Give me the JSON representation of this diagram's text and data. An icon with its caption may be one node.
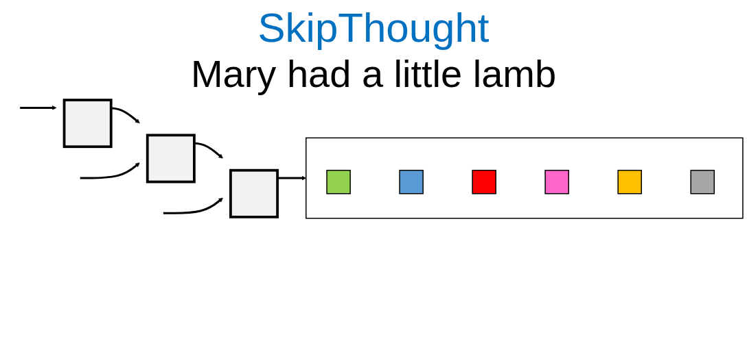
{
  "diagram": {
    "title": "SkipThought",
    "nodes": [
      {
        "text": [],
        "shape": "box"
      },
      {
        "text": [],
        "shape": "box"
      },
      {
        "text": [],
        "shape": "box"
      },
      {
        "text": [],
        "shape": "bar"
      },
      {
        "text": [],
        "shape": "box",
        "in": 3
      },
      {
        "text": [],
        "shape": "box",
        "in": 3
      },
      {
        "text": [],
        "shape": "box",
        "in": 3
      },
      {
        "text": [],
        "shape": "box",
        "in": 3
      },
      {
        "text": [],
        "shape": "box",
        "in": 3
      },
      {
        "text": [],
        "shape": "box",
        "in": 3
      }
    ],
    "edges": [
      {
        "from": 0,
        "to": 1,
        "arrow": "to"
      },
      {
        "from": 1,
        "to": 2,
        "arrow": "to"
      },
      {
        "from": 2,
        "to": 3,
        "arrow": "to"
      },
      {
        "from": null,
        "to": 0,
        "arrow": "to"
      },
      {
        "from": null,
        "to": 1,
        "arrow": "to"
      },
      {
        "from": null,
        "to": 2,
        "arrow": "to"
      }
    ],
    "labels": [
      "Mary had a little lamb"
    ]
  }
}
